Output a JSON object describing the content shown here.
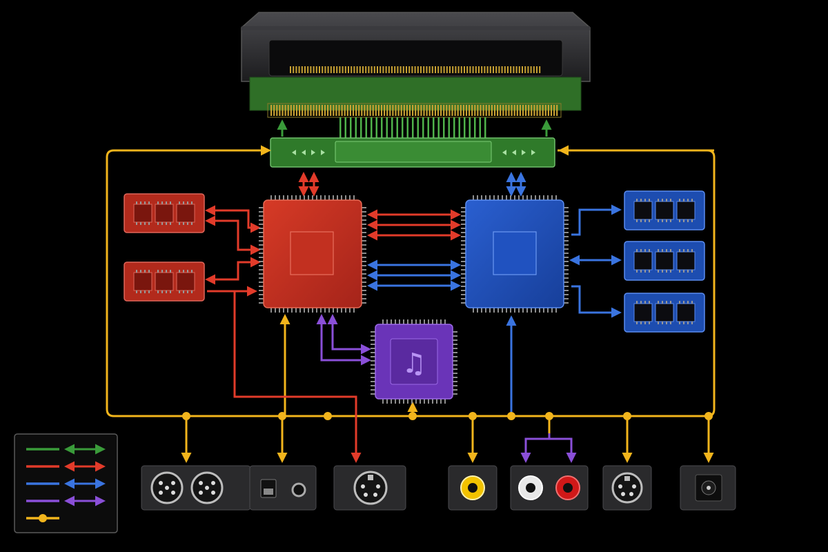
{
  "colors": {
    "background": "#000000",
    "cartridge_slot": "#2b2b2e",
    "edge_connector": "#2f7a2a",
    "gold_pins": "#c9a233",
    "cpu": "#c8301e",
    "ppu": "#1f4fb8",
    "apu": "#6a34b8",
    "ram_cpu": "#b22a1c",
    "ram_ppu": "#1d4db0",
    "port_panel": "#2a2a2c",
    "composite_yellow": "#f2c200",
    "audio_red": "#d01818",
    "audio_white": "#e8e8e8",
    "link_data": "#3a9b3a",
    "link_cpu": "#e23b2a",
    "link_ppu": "#3a74e0",
    "link_audio": "#8a4fd8",
    "link_power": "#f2b51c"
  },
  "icons": {
    "cartridge": "cartridge-slot-icon",
    "apu": "music-note-icon",
    "power_jack": "dc-power-jack-icon",
    "av_yellow": "rca-video-jack-icon",
    "av_stereo": "rca-stereo-jack-icon",
    "svideo": "mini-din-4-icon",
    "controller": "mini-din-5-icon",
    "legend_bus": "bus-junction-icon"
  },
  "apu": {
    "glyph": "♫"
  },
  "legend": [
    {
      "name": "legend-green",
      "color_key": "link_data"
    },
    {
      "name": "legend-red",
      "color_key": "link_cpu"
    },
    {
      "name": "legend-blue",
      "color_key": "link_ppu"
    },
    {
      "name": "legend-purple",
      "color_key": "link_audio"
    },
    {
      "name": "legend-yellow",
      "color_key": "link_power"
    }
  ],
  "ports": [
    {
      "name": "port-controller-pair",
      "icon": "mini-din-5-icon"
    },
    {
      "name": "port-switch-jack",
      "icon": "switch-icon"
    },
    {
      "name": "port-din-red",
      "icon": "mini-din-4-icon"
    },
    {
      "name": "port-composite",
      "icon": "rca-video-jack-icon"
    },
    {
      "name": "port-stereo",
      "icon": "rca-stereo-jack-icon"
    },
    {
      "name": "port-svideo",
      "icon": "mini-din-4-icon"
    },
    {
      "name": "port-dc-power",
      "icon": "dc-power-jack-icon"
    }
  ]
}
